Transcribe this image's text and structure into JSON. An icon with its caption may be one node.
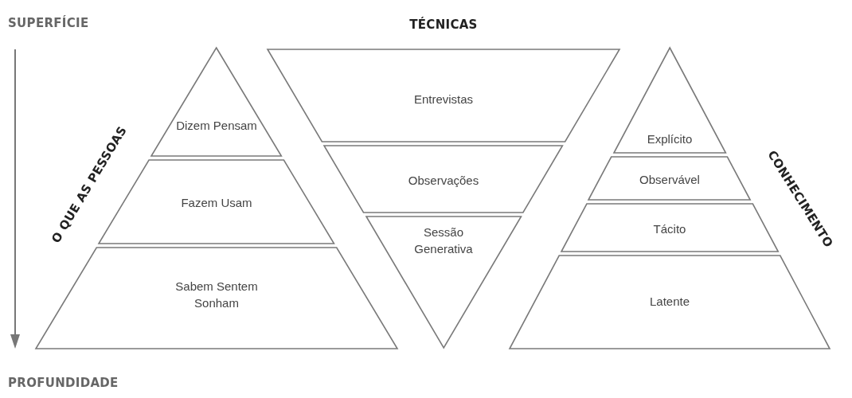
{
  "diagram": {
    "nodes": [
      {
        "text": [
          "Dizem Pensam"
        ]
      },
      {
        "text": [
          "Fazem Usam"
        ]
      },
      {
        "text": [
          "Sabem Sentem Sonham"
        ]
      },
      {
        "text": [
          "Entrevistas"
        ]
      },
      {
        "text": [
          "Observações"
        ]
      },
      {
        "text": [
          "Sessão Generativa"
        ]
      },
      {
        "text": [
          "Explícito"
        ]
      },
      {
        "text": [
          "Observável"
        ]
      },
      {
        "text": [
          "Tácito"
        ]
      },
      {
        "text": [
          "Latente"
        ]
      }
    ],
    "labels": [
      "SUPERFÍCIE",
      "TÉCNICAS",
      "O QUE AS PESSOAS",
      "CONHECIMENTO",
      "PROFUNDIDADE"
    ]
  }
}
